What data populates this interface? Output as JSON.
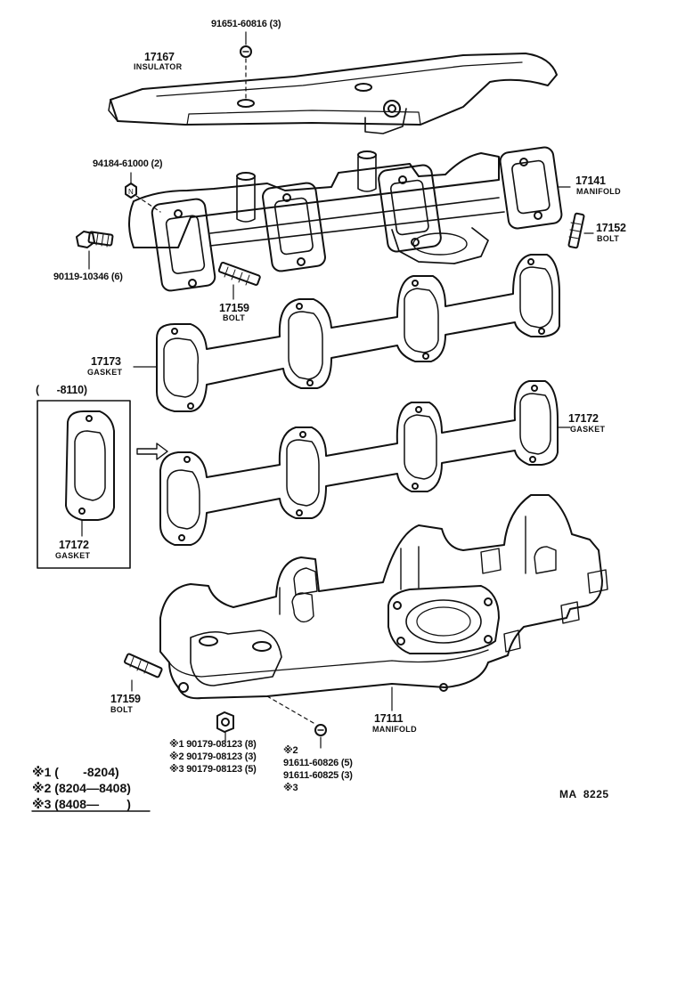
{
  "parts": {
    "insulator_bolt": "91651-60816 (3)",
    "insulator_no": "17167",
    "insulator_name": "INSULATOR",
    "nut_no": "94184-61000 (2)",
    "manifold_no": "17141",
    "manifold_name": "MANIFOLD",
    "bolt_right_no": "17152",
    "bolt_right_name": "BOLT",
    "stud_bolt_no": "90119-10346 (6)",
    "bolt_mid_no": "17159",
    "bolt_mid_name": "BOLT",
    "gasket_upper_no": "17173",
    "gasket_upper_name": "GASKET",
    "inset_range": "(      -8110)",
    "gasket_inset_no": "17172",
    "gasket_inset_name": "GASKET",
    "gasket_lower_no": "17172",
    "gasket_lower_name": "GASKET",
    "bolt_lower_no": "17159",
    "bolt_lower_name": "BOLT",
    "manifold_lower_no": "17111",
    "manifold_lower_name": "MANIFOLD",
    "nut_line1": "※1 90179-08123 (8)",
    "nut_line2": "※2 90179-08123 (3)",
    "nut_line3": "※3 90179-08123 (5)",
    "washer_ref2": "※2",
    "washer_line1": "91611-60826 (5)",
    "washer_line2": "91611-60825 (3)",
    "washer_ref3": "※3"
  },
  "legend": {
    "row1": "※1 (       -8204)",
    "row2": "※2 (8204—8408)",
    "row3": "※3 (8408—        )"
  },
  "footer": {
    "code": "MA  8225"
  }
}
